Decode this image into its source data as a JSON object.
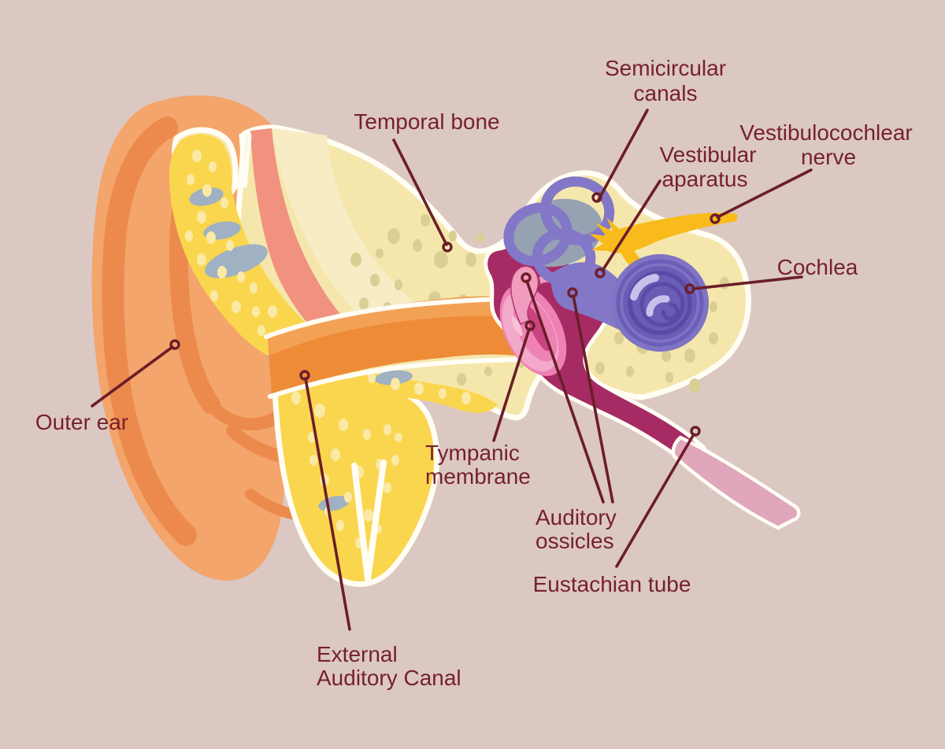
{
  "diagram": {
    "type": "anatomical-illustration",
    "subject": "Human ear anatomy cross-section",
    "background_color": "#dcc8c3",
    "text_color": "#76212c",
    "line_color": "#6b1e29",
    "labels": {
      "semicircular_canals": {
        "line1": "Semicircular",
        "line2": "canals"
      },
      "vestibular_aparatus": {
        "line1": "Vestibular",
        "line2": "aparatus"
      },
      "vestibulocochlear_nerve": {
        "line1": "Vestibulocochlear",
        "line2": "nerve"
      },
      "temporal_bone": {
        "text": "Temporal bone"
      },
      "cochlea": {
        "text": "Cochlea"
      },
      "outer_ear": {
        "text": "Outer ear"
      },
      "tympanic_membrane": {
        "line1": "Tympanic",
        "line2": "membrane"
      },
      "auditory_ossicles": {
        "line1": "Auditory",
        "line2": "ossicles"
      },
      "eustachian_tube": {
        "text": "Eustachian tube"
      },
      "external_auditory_canal": {
        "line1": "External",
        "line2": "Auditory Canal"
      }
    },
    "colors": {
      "outer_ear": "#f4a56b",
      "ear_fold": "#ec8a4d",
      "concha": "#e8823e",
      "bone_pale": "#f5e7ac",
      "bone_bright": "#fad64e",
      "bone_outline": "#fffdf4",
      "speckle_cream": "#fbe9a6",
      "speckle_olive": "#d9cf92",
      "gray_patch": "#9fb1c2",
      "gray_patch_inner": "#96a2b1",
      "canal_stripe": "#f19180",
      "cream_band": "#f7ecc4",
      "canal": "#ee8b37",
      "canal_light": "#f3a155",
      "middle_ear": "#a62a64",
      "eustachian_pink": "#e0a6bc",
      "membrane_pink": "#ee82b5",
      "membrane_light": "#f3a9c9",
      "membrane_dark": "#c9447e",
      "membrane_highlight": "#f7c2d8",
      "ossicle_pink": "#f19cbe",
      "inner_purple": "#8377c7",
      "cochlea_outer": "#7f73c3",
      "cochlea_inner": "#6a5db6",
      "cochlea_spiral": "#5a4aa6",
      "cochlea_highlight": "#c9c1ec",
      "nerve_yellow": "#f8bb1b"
    }
  }
}
